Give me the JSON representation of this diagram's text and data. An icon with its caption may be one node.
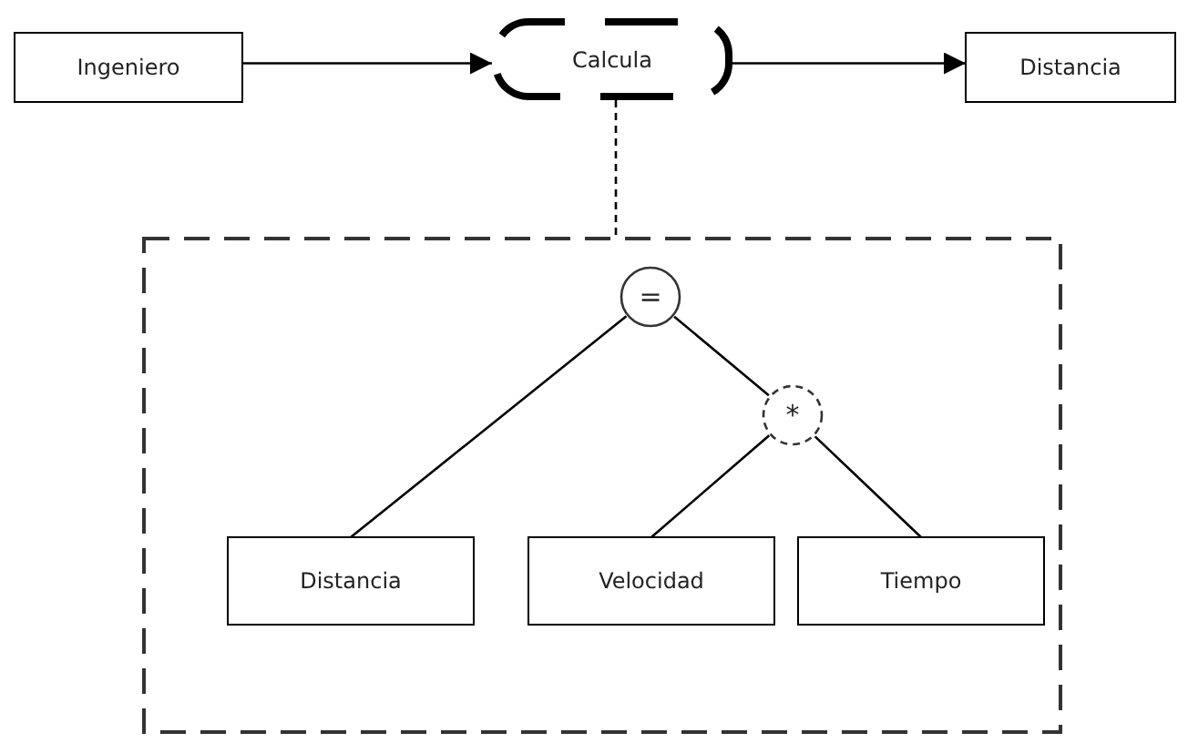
{
  "diagram": {
    "nodes": [
      {
        "text": [
          "Ingeniero"
        ]
      },
      {
        "text": [
          "Calcula"
        ]
      },
      {
        "text": [
          "Distancia"
        ]
      },
      {
        "text": [],
        "shape": "box"
      },
      {
        "text": [
          "="
        ],
        "in": 3
      },
      {
        "text": [
          "*"
        ],
        "in": 3
      },
      {
        "text": [
          "Distancia"
        ],
        "in": 3
      },
      {
        "text": [
          "Velocidad"
        ],
        "in": 3
      },
      {
        "text": [
          "Tiempo"
        ],
        "in": 3
      }
    ],
    "edges": [
      {
        "from": 0,
        "to": 1,
        "arrow": "to"
      },
      {
        "from": 1,
        "to": 2,
        "arrow": "to"
      },
      {
        "from": 1,
        "to": 3,
        "arrow": "none",
        "style": "dashed"
      },
      {
        "from": 4,
        "to": 6,
        "arrow": "none"
      },
      {
        "from": 4,
        "to": 5,
        "arrow": "none"
      },
      {
        "from": 5,
        "to": 7,
        "arrow": "none"
      },
      {
        "from": 5,
        "to": 8,
        "arrow": "none"
      }
    ]
  }
}
